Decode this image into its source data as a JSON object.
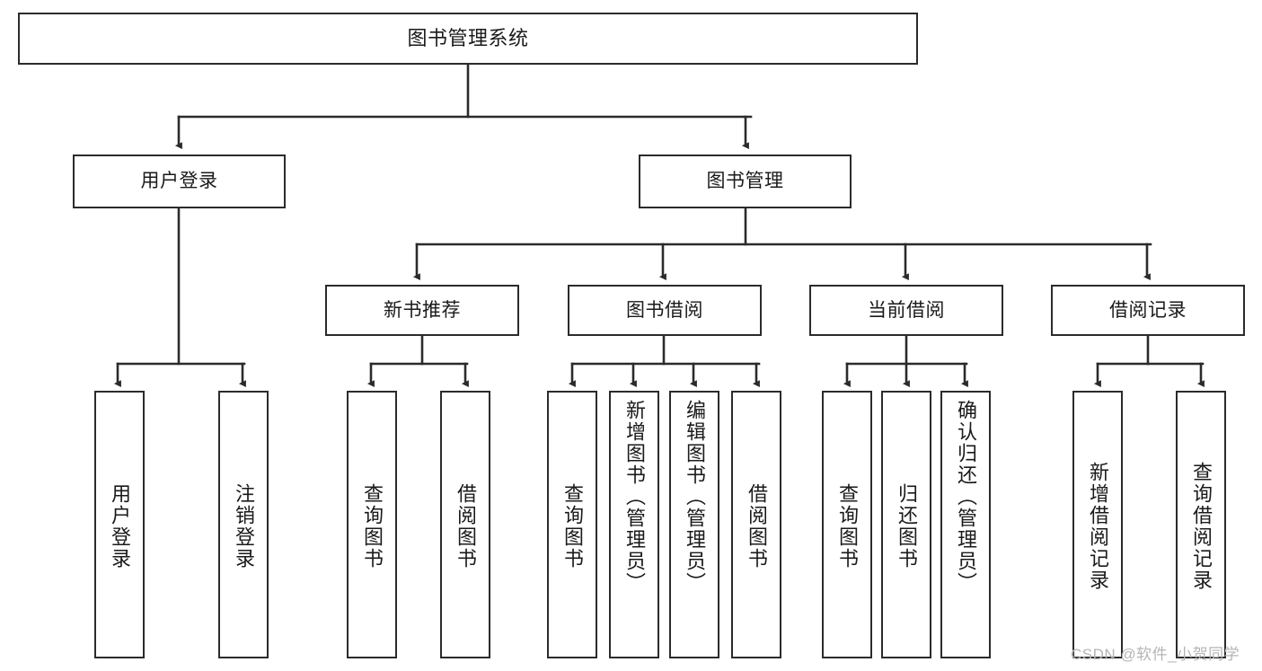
{
  "diagram": {
    "title": "图书管理系统",
    "type": "tree-hierarchy",
    "stroke_color": "#2b2b2b",
    "fill_color": "#ffffff",
    "text_color": "#1a1a1a"
  },
  "root": {
    "label": "图书管理系统"
  },
  "level2": [
    {
      "label": "用户登录"
    },
    {
      "label": "图书管理"
    }
  ],
  "level3": [
    {
      "label": "新书推荐"
    },
    {
      "label": "图书借阅"
    },
    {
      "label": "当前借阅"
    },
    {
      "label": "借阅记录"
    }
  ],
  "leaves": {
    "user_login": [
      {
        "label": "用户登录"
      },
      {
        "label": "注销登录"
      }
    ],
    "new_book": [
      {
        "label": "查询图书"
      },
      {
        "label": "借阅图书"
      }
    ],
    "book_borrow": [
      {
        "label": "查询图书"
      },
      {
        "label": "新增图书（管理员）"
      },
      {
        "label": "编辑图书（管理员）"
      },
      {
        "label": "借阅图书"
      }
    ],
    "current_borrow": [
      {
        "label": "查询图书"
      },
      {
        "label": "归还图书"
      },
      {
        "label": "确认归还（管理员）"
      }
    ],
    "borrow_record": [
      {
        "label": "新增借阅记录"
      },
      {
        "label": "查询借阅记录"
      }
    ]
  },
  "watermark": {
    "text": "CSDN @软件_小贺同学"
  }
}
